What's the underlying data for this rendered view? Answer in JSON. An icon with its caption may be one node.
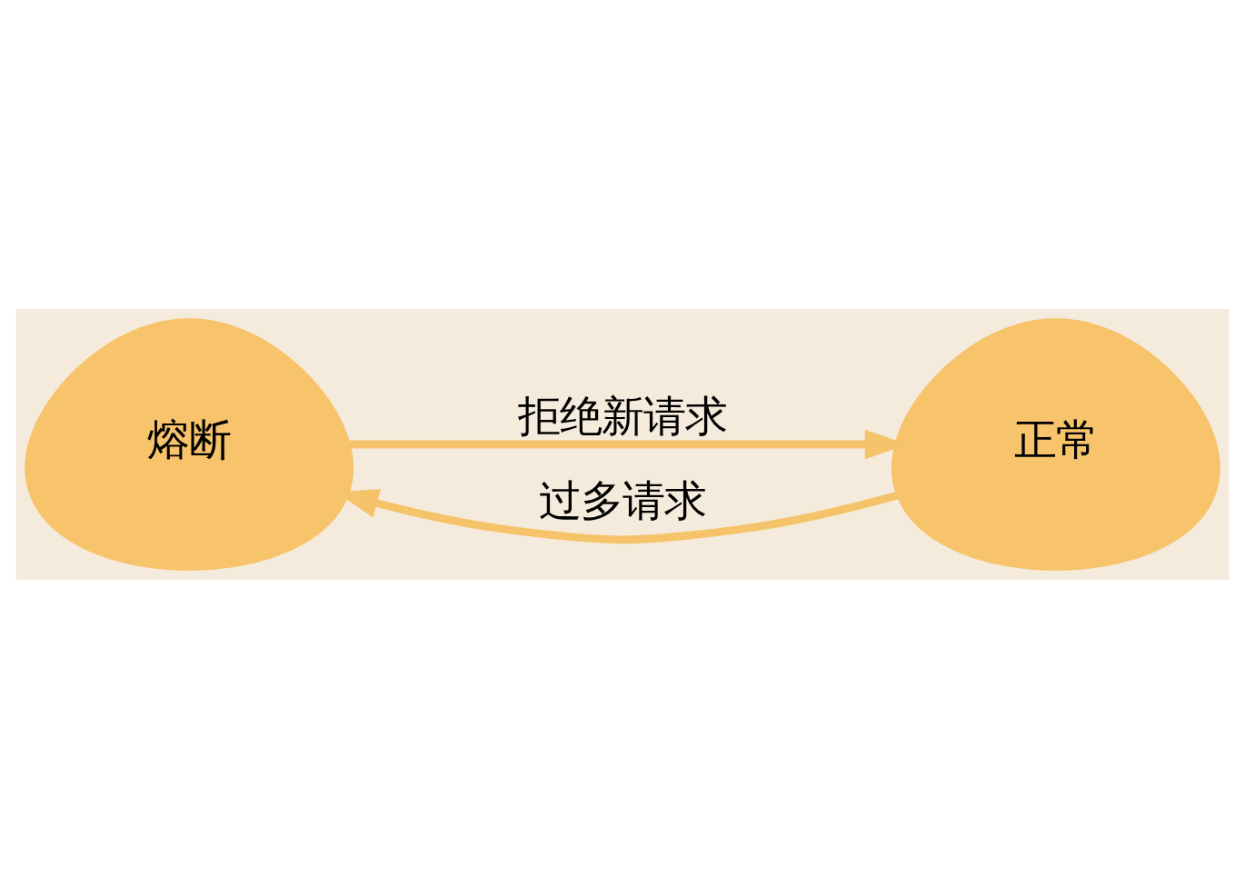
{
  "diagram": {
    "nodes": [
      {
        "text": [
          "熔断"
        ]
      },
      {
        "text": [
          "正常"
        ]
      }
    ],
    "edges": [
      {
        "from": 0,
        "to": 1,
        "arrow": "to",
        "label": "拒绝新请求"
      },
      {
        "from": 1,
        "to": 0,
        "arrow": "to",
        "label": "过多请求"
      }
    ]
  }
}
